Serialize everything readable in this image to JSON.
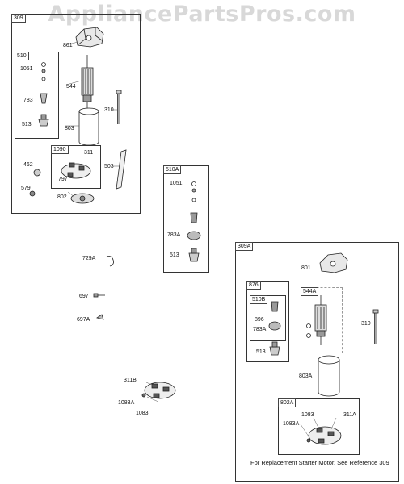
{
  "watermark": "AppliancePartsPros.com",
  "note": "For Replacement Starter Motor, See Reference 309",
  "groups": {
    "g309": "309",
    "g510": "510",
    "g1090": "1090",
    "g510A": "510A",
    "g309A": "309A",
    "g876": "876",
    "g510B": "510B",
    "g544A": "544A",
    "g802A": "802A"
  },
  "parts": {
    "p801": "801",
    "p1051": "1051",
    "p544": "544",
    "p783": "783",
    "p310": "310",
    "p513": "513",
    "p803": "803",
    "p311": "311",
    "p1090": "1090",
    "p462": "462",
    "p503": "503",
    "p797": "797",
    "p579": "579",
    "p802": "802",
    "p1051b": "1051",
    "p783A": "783A",
    "p513b": "513",
    "p729A": "729A",
    "p697": "697",
    "p697A": "697A",
    "p311B": "311B",
    "p1083A": "1083A",
    "p1083": "1083",
    "p801b": "801",
    "p310b": "310",
    "p896": "896",
    "p783Ab": "783A",
    "p513c": "513",
    "p803A": "803A",
    "p1083b": "1083",
    "p311A": "311A",
    "p1083Ab": "1083A"
  }
}
